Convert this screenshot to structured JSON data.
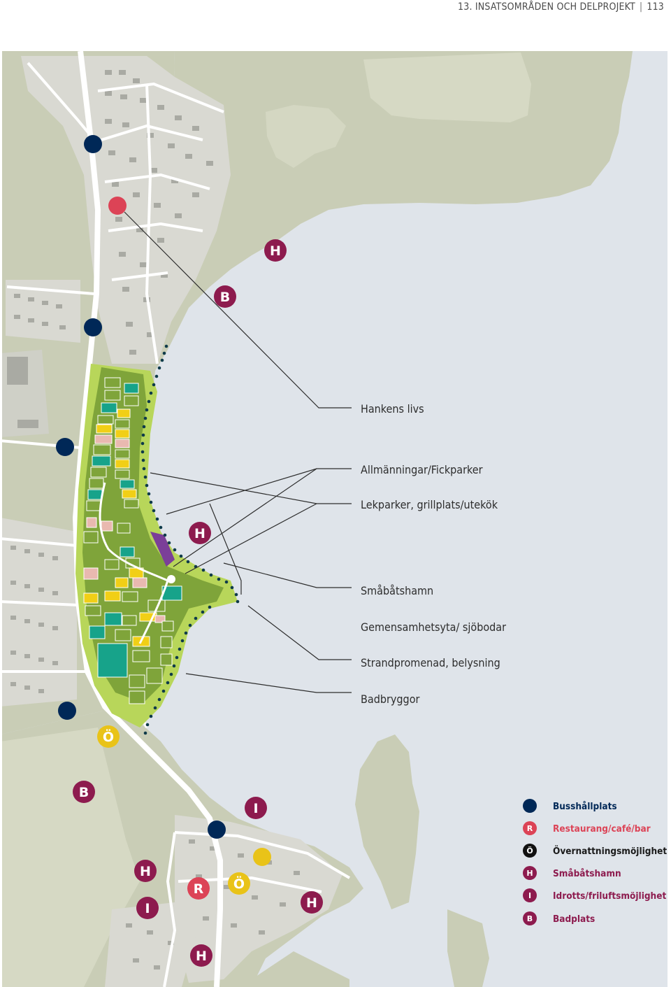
{
  "header": {
    "section": "13. INSATSOMRÅDEN OCH DELPROJEKT",
    "page_number": "113"
  },
  "colors": {
    "water": "#dfe4ea",
    "land": "#c9cdb6",
    "land_light": "#d6d9c4",
    "built": "#d9d9d2",
    "road": "#ffffff",
    "park_light": "#b8d65a",
    "park_dark": "#7fa43a",
    "block_teal": "#17a38a",
    "block_yellow": "#f1cf16",
    "block_pink": "#e9b9b0",
    "harbor_purple": "#7b3f98",
    "bus": "#002857",
    "restaurant": "#dc4356",
    "overnight": "#e9c318",
    "marker_purple": "#8d1b4e"
  },
  "annotations": [
    "Hankens livs",
    "Allmänningar/Fickparker",
    "Lekparker, grillplats/utekök",
    "Småbåtshamn",
    "Gemensamhetsyta/ sjöbodar",
    "Strandpromenad, belysning",
    "Badbryggor"
  ],
  "markers": {
    "harbor": "H",
    "beach": "B",
    "sports": "I",
    "restaurant": "R",
    "overnight": "Ö"
  },
  "legend": [
    {
      "icon": "bus-stop",
      "letter": "",
      "label": "Busshållplats",
      "color": "#002857"
    },
    {
      "icon": "restaurant",
      "letter": "R",
      "label": "Restaurang/café/bar",
      "color": "#dc4356"
    },
    {
      "icon": "overnight",
      "letter": "Ö",
      "label": "Övernattningsmöjlighet",
      "color": "#1a1a1a"
    },
    {
      "icon": "harbor",
      "letter": "H",
      "label": "Småbåtshamn",
      "color": "#8d1b4e"
    },
    {
      "icon": "sports",
      "letter": "I",
      "label": "Idrotts/friluftsmöjlighet",
      "color": "#8d1b4e"
    },
    {
      "icon": "beach",
      "letter": "B",
      "label": "Badplats",
      "color": "#8d1b4e"
    }
  ]
}
